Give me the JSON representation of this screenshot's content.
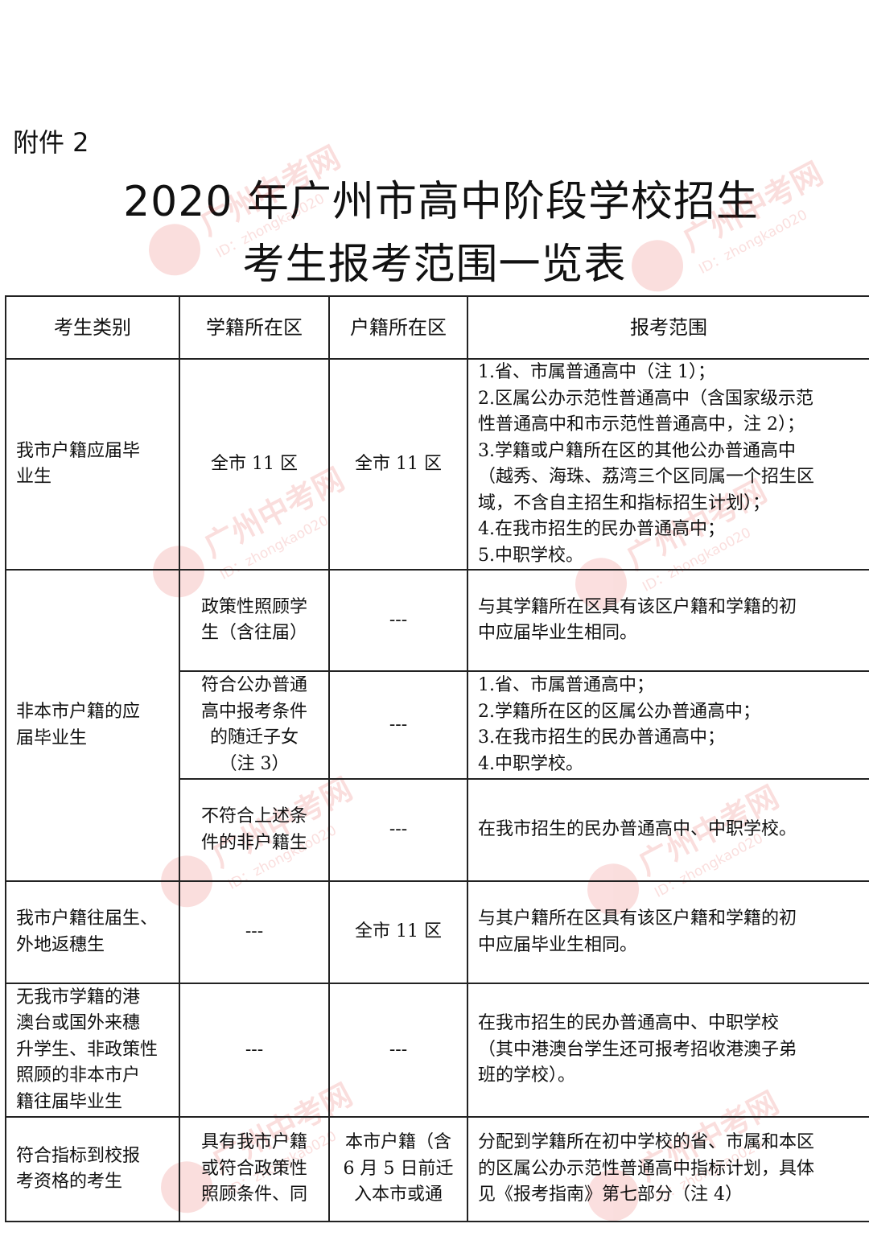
{
  "attachment_label": "附件 2",
  "title_line1": "2020 年广州市高中阶段学校招生",
  "title_line2": "考生报考范围一览表",
  "watermark": {
    "text": "广州中考网",
    "id_text": "ID：zhongkao020",
    "color": "#e53935"
  },
  "table": {
    "headers": [
      "考生类别",
      "学籍所在区",
      "户籍所在区",
      "报考范围"
    ],
    "rows": [
      {
        "category": [
          "我市户籍应届毕",
          "业生"
        ],
        "school_district": "全市 11 区",
        "household_district": "全市 11 区",
        "scope": [
          "1.省、市属普通高中（注 1）；",
          "2.区属公办示范性普通高中（含国家级示范",
          "性普通高中和市示范性普通高中，注 2）；",
          "3.学籍或户籍所在区的其他公办普通高中",
          "（越秀、海珠、荔湾三个区同属一个招生区",
          "域，不含自主招生和指标招生计划）；",
          "4.在我市招生的民办普通高中；",
          "5.中职学校。"
        ]
      },
      {
        "category": [
          "非本市户籍的应",
          "届毕业生"
        ],
        "sub": [
          {
            "school_district": [
              "政策性照顾学",
              "生（含往届）"
            ],
            "household_district": "---",
            "scope": [
              "与其学籍所在区具有该区户籍和学籍的初",
              "中应届毕业生相同。"
            ]
          },
          {
            "school_district": [
              "符合公办普通",
              "高中报考条件",
              "的随迁子女",
              "（注 3）"
            ],
            "household_district": "---",
            "scope": [
              "1.省、市属普通高中；",
              "2.学籍所在区的区属公办普通高中；",
              "3.在我市招生的民办普通高中；",
              "4.中职学校。"
            ]
          },
          {
            "school_district": [
              "不符合上述条",
              "件的非户籍生"
            ],
            "household_district": "---",
            "scope": [
              "在我市招生的民办普通高中、中职学校。"
            ]
          }
        ]
      },
      {
        "category": [
          "我市户籍往届生、",
          "外地返穗生"
        ],
        "school_district": "---",
        "household_district": "全市 11 区",
        "scope": [
          "与其户籍所在区具有该区户籍和学籍的初",
          "中应届毕业生相同。"
        ]
      },
      {
        "category": [
          "无我市学籍的港",
          "澳台或国外来穗",
          "升学生、非政策性",
          "照顾的非本市户",
          "籍往届毕业生"
        ],
        "school_district": "---",
        "household_district": "---",
        "scope": [
          "在我市招生的民办普通高中、中职学校",
          "（其中港澳台学生还可报考招收港澳子弟",
          "班的学校）。"
        ]
      },
      {
        "category": [
          "符合指标到校报",
          "考资格的考生"
        ],
        "school_district": [
          "具有我市户籍",
          "或符合政策性",
          "照顾条件、同"
        ],
        "household_district": [
          "本市户籍（含",
          "6 月 5 日前迁",
          "入本市或通"
        ],
        "scope": [
          "分配到学籍所在初中学校的省、市属和本区",
          "的区属公办示范性普通高中指标计划，具体",
          "见《报考指南》第七部分（注 4）"
        ]
      }
    ]
  }
}
